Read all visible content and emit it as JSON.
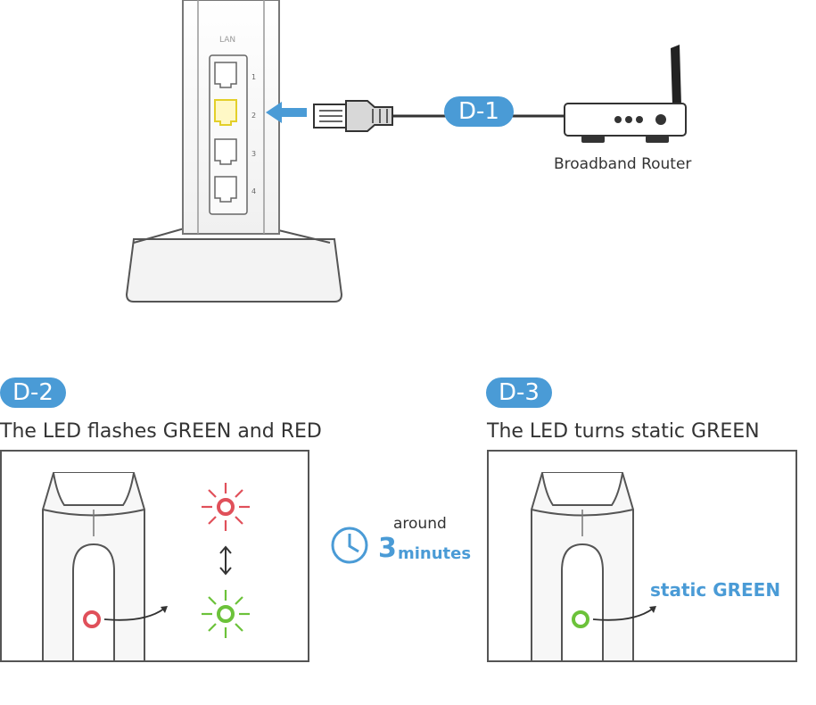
{
  "top": {
    "lan_label": "LAN",
    "port_numbers": [
      "1",
      "2",
      "3",
      "4"
    ],
    "step_badge": "D-1",
    "router_label": "Broadband Router"
  },
  "step2": {
    "badge": "D-2",
    "caption": "The LED flashes GREEN and RED"
  },
  "timing": {
    "around": "around",
    "number": "3",
    "unit": "minutes"
  },
  "step3": {
    "badge": "D-3",
    "caption": "The LED turns static GREEN",
    "status_label": "static GREEN"
  },
  "colors": {
    "accent_blue": "#4a9bd6",
    "led_red": "#e0505a",
    "led_green": "#6cc23a",
    "port_highlight": "#f2e14a"
  },
  "icons": [
    "clock-icon",
    "ethernet-plug-icon",
    "router-icon",
    "arrow-left-icon",
    "double-arrow-icon"
  ]
}
